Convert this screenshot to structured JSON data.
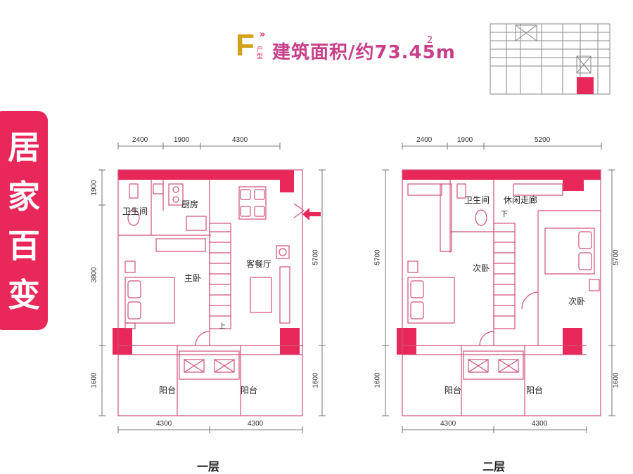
{
  "side_tab": [
    "居",
    "家",
    "百",
    "变"
  ],
  "title": {
    "letter": "F",
    "mark": "»",
    "sub": [
      "户",
      "型"
    ],
    "area": "建筑面积/约73.45m",
    "sup": "2"
  },
  "floor1": {
    "label": "一层",
    "top_dims": [
      "2400",
      "1900",
      "4300"
    ],
    "bottom_dims": [
      "4300",
      "4300"
    ],
    "left_dims": [
      "1900",
      "3800",
      "1600"
    ],
    "right_dims": [
      "5700",
      "1600"
    ],
    "rooms": {
      "bath": "卫生间",
      "kitchen": "厨房",
      "master": "主卧",
      "living": "客餐厅",
      "balcony_l": "阳台",
      "balcony_r": "阳台",
      "up": "上"
    }
  },
  "floor2": {
    "label": "二层",
    "top_dims": [
      "2400",
      "1900",
      "5200"
    ],
    "bottom_dims": [
      "4300",
      "4300"
    ],
    "left_dims": [
      "5700",
      "1600"
    ],
    "right_dims": [
      "5700",
      "1600"
    ],
    "rooms": {
      "bath": "卫生间",
      "corridor": "休闲走廊",
      "second_l": "次卧",
      "second_r": "次卧",
      "balcony_l": "阳台",
      "balcony_r": "阳台",
      "down": "下"
    }
  },
  "colors": {
    "accent": "#e8285a",
    "wall": "#e8285a",
    "line": "#d0507a",
    "gold": "#d4a21a"
  }
}
